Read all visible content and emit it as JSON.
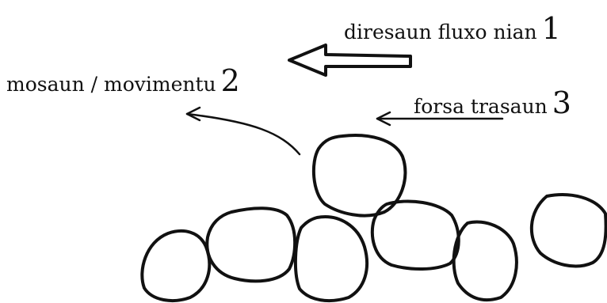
{
  "labels": {
    "flow_direction": {
      "text": "diresaun fluxo nian",
      "number": "1"
    },
    "motion": {
      "text": "mosaun / movimentu",
      "number": "2"
    },
    "drag_force": {
      "text": "forsa trasaun",
      "number": "3"
    }
  },
  "colors": {
    "ink": "#111111",
    "background": "#ffffff"
  }
}
